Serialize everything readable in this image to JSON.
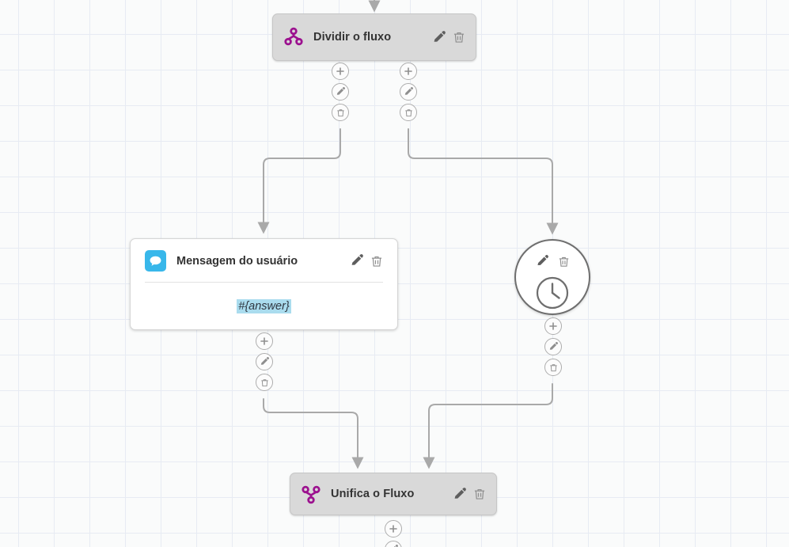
{
  "canvas": {
    "name": "flow-editor-canvas",
    "background_color": "#fafbfb",
    "grid_color": "#e7ebf3",
    "grid_size": 45
  },
  "palette": {
    "node_gray": "#d9d9d9",
    "node_white": "#ffffff",
    "accent_purple": "#9c118f",
    "accent_blue": "#38b7ea",
    "highlight_blue": "#aadcee",
    "edge_gray": "#a9a9a9",
    "icon_gray": "#6e6e6e",
    "title_color": "#333333"
  },
  "nodes": [
    {
      "id": "split",
      "title": "Dividir o fluxo",
      "icon": "flow-split-icon",
      "style": "gray-card",
      "actions": [
        "edit-icon",
        "trash-icon"
      ]
    },
    {
      "id": "message",
      "title": "Mensagem do usuário",
      "icon": "chat-bubble-icon",
      "style": "white-card",
      "body_text": "#{answer}",
      "body_is_variable": true,
      "actions": [
        "edit-icon",
        "trash-icon"
      ]
    },
    {
      "id": "delay",
      "title": "",
      "icon": "clock-icon",
      "style": "circle",
      "actions": [
        "edit-icon",
        "trash-icon"
      ]
    },
    {
      "id": "merge",
      "title": "Unifica o Fluxo",
      "icon": "flow-merge-icon",
      "style": "gray-card",
      "actions": [
        "edit-icon",
        "trash-icon"
      ]
    }
  ],
  "connector_buttons": {
    "add": "plus-icon",
    "edit": "pencil-icon",
    "delete": "trash-icon",
    "add_label": "+"
  },
  "connector_stacks": [
    {
      "id": "split-out-left",
      "owner": "split"
    },
    {
      "id": "split-out-right",
      "owner": "split"
    },
    {
      "id": "message-out",
      "owner": "message"
    },
    {
      "id": "delay-out",
      "owner": "delay"
    },
    {
      "id": "merge-out",
      "owner": "merge"
    }
  ],
  "edges": [
    {
      "id": "into-split",
      "from": "canvas-top",
      "to": "split"
    },
    {
      "id": "split-to-message",
      "from": "split",
      "to": "message"
    },
    {
      "id": "split-to-delay",
      "from": "split",
      "to": "delay"
    },
    {
      "id": "message-to-merge",
      "from": "message",
      "to": "merge"
    },
    {
      "id": "delay-to-merge",
      "from": "delay",
      "to": "merge"
    }
  ]
}
